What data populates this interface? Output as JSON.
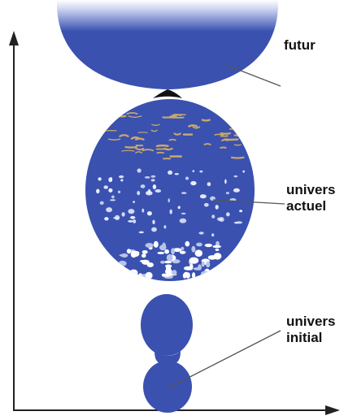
{
  "labels": {
    "future": "futur",
    "current": [
      "univers",
      "actuel"
    ],
    "initial": [
      "univers",
      "initial"
    ]
  },
  "colors": {
    "blob": "#3a51b0",
    "blob_light": "#b9c4ea",
    "galaxy": "#c8a86a",
    "dust": "#eef1ff",
    "axis": "#222222",
    "leader": "#555555",
    "pinch": "#111111"
  }
}
